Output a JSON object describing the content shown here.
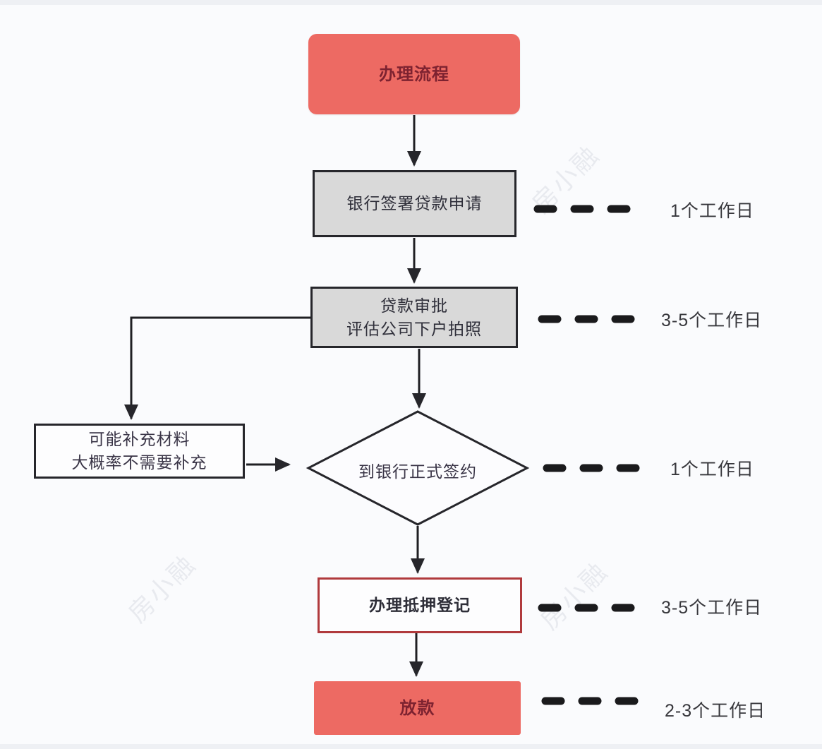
{
  "diagram": {
    "type": "flowchart",
    "nodes": {
      "start": {
        "label": "办理流程"
      },
      "apply": {
        "label": "银行签署贷款申请",
        "duration": "1个工作日"
      },
      "approval": {
        "line1": "贷款审批",
        "line2": "评估公司下户拍照",
        "duration": "3-5个工作日"
      },
      "supplement": {
        "line1": "可能补充材料",
        "line2": "大概率不需要补充"
      },
      "sign": {
        "label": "到银行正式签约",
        "duration": "1个工作日"
      },
      "mortgage": {
        "label": "办理抵押登记",
        "duration": "3-5个工作日"
      },
      "disburse": {
        "label": "放款",
        "duration": "2-3个工作日"
      }
    },
    "durations": [
      "1个工作日",
      "3-5个工作日",
      "1个工作日",
      "3-5个工作日",
      "2-3个工作日"
    ],
    "watermark": "房小融",
    "colors": {
      "accent_red_fill": "#ed6a63",
      "accent_red_text": "#7d2230",
      "gray_fill": "#d9d9d9",
      "dark_border": "#26262b",
      "red_border": "#b03a3d",
      "line": "#1f1f23",
      "background": "#fafbfd"
    }
  }
}
